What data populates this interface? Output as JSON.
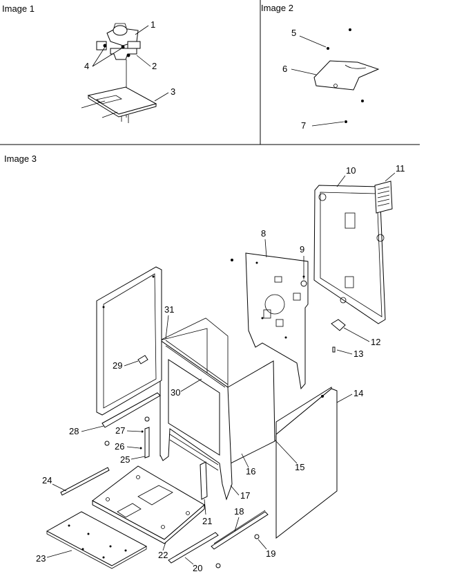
{
  "panels": [
    {
      "title": "Image 1",
      "callouts": [
        "1",
        "2",
        "3",
        "4"
      ]
    },
    {
      "title": "Image 2",
      "callouts": [
        "5",
        "6",
        "7"
      ]
    },
    {
      "title": "Image 3",
      "callouts": [
        "8",
        "9",
        "10",
        "11",
        "12",
        "13",
        "14",
        "15",
        "16",
        "17",
        "18",
        "19",
        "20",
        "21",
        "22",
        "23",
        "24",
        "25",
        "26",
        "27",
        "28",
        "29",
        "30",
        "31"
      ]
    }
  ]
}
